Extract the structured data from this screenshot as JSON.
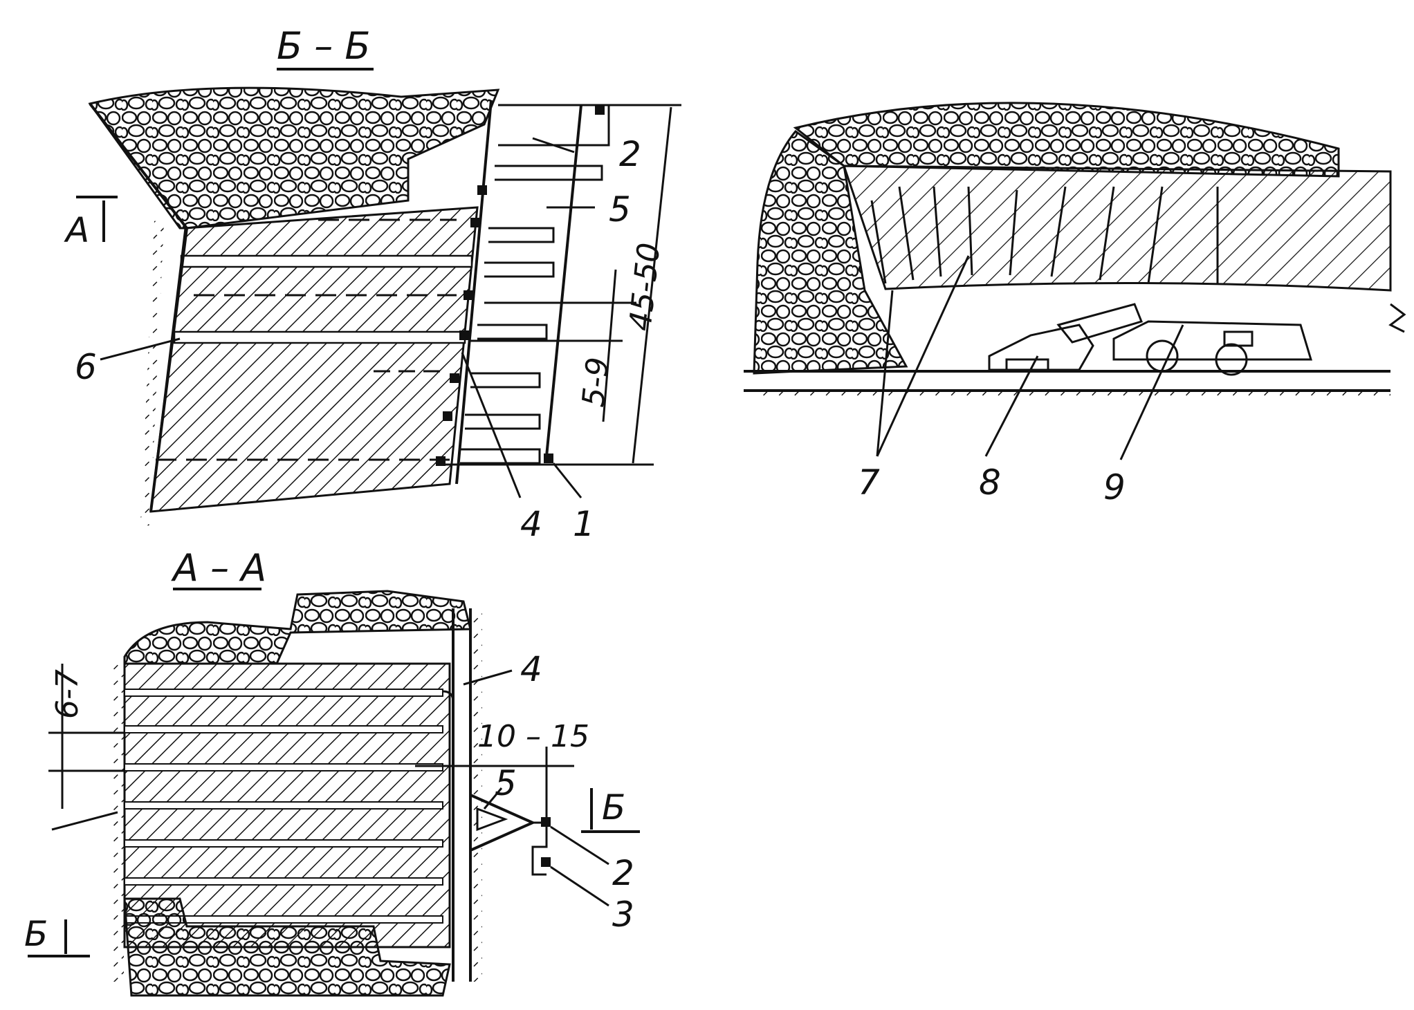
{
  "section_bb": {
    "title": "Б – Б",
    "section_marker": "А",
    "labels": {
      "n1": "1",
      "n2": "2",
      "n4": "4",
      "n5": "5",
      "n6": "6"
    },
    "dims": {
      "total": "45-50",
      "spacing": "5-9"
    }
  },
  "section_aa": {
    "title": "А – А",
    "section_marker_left": "Б",
    "section_marker_right": "Б",
    "labels": {
      "n2": "2",
      "n3": "3",
      "n4": "4",
      "n5": "5"
    },
    "dims": {
      "height": "6-7",
      "width": "10 – 15"
    }
  },
  "side_view": {
    "labels": {
      "n7": "7",
      "n8": "8",
      "n9": "9"
    }
  }
}
